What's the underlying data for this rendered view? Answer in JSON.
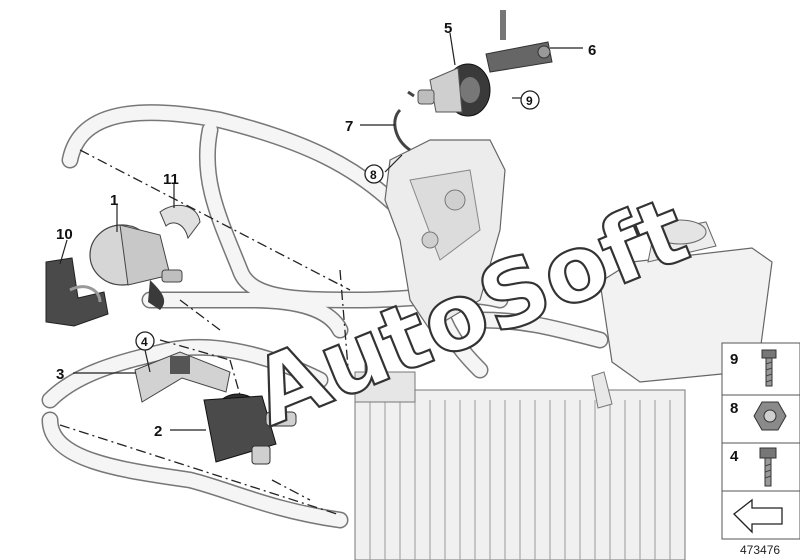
{
  "diagram": {
    "callouts": {
      "c1": "1",
      "c2": "2",
      "c3": "3",
      "c5": "5",
      "c6": "6",
      "c7": "7",
      "c10": "10",
      "c11": "11"
    },
    "ring_callouts": {
      "r4": "4",
      "r8": "8",
      "r9": "9"
    },
    "legend": [
      "9",
      "8",
      "4"
    ],
    "diagram_id": "473476",
    "watermark": "AutoSoft"
  },
  "colors": {
    "line": "#222222",
    "part_fill": "#d9d9d9",
    "part_dark": "#3a3a3a",
    "legend_border": "#555555",
    "legend_bg": "#ffffff"
  }
}
